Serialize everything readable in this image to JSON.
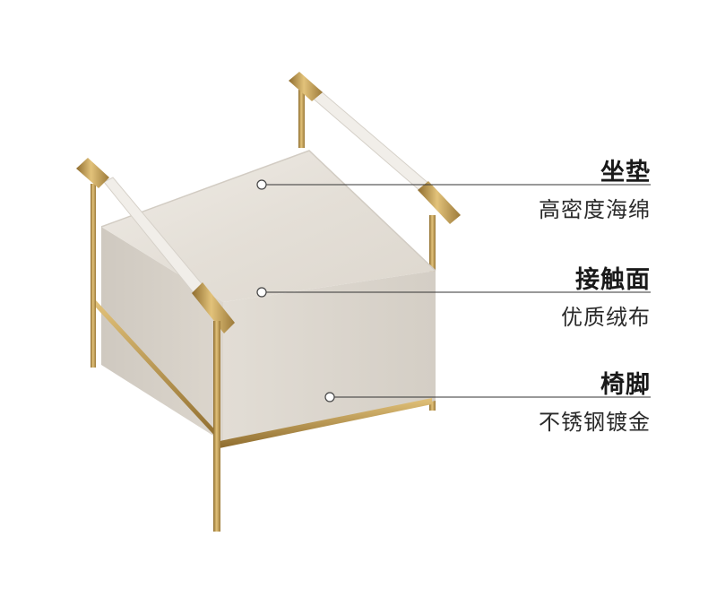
{
  "product": {
    "name": "stool-with-gold-frame",
    "colors": {
      "cushion": "#e9e4dc",
      "cushion_side": "#dcd6cd",
      "gold": "#c9a45a",
      "gold_dark": "#9c7a3a",
      "armrest": "#f1eee9"
    }
  },
  "callouts": [
    {
      "title": "坐垫",
      "subtitle": "高密度海绵"
    },
    {
      "title": "接触面",
      "subtitle": "优质绒布"
    },
    {
      "title": "椅脚",
      "subtitle": "不锈钢镀金"
    }
  ]
}
